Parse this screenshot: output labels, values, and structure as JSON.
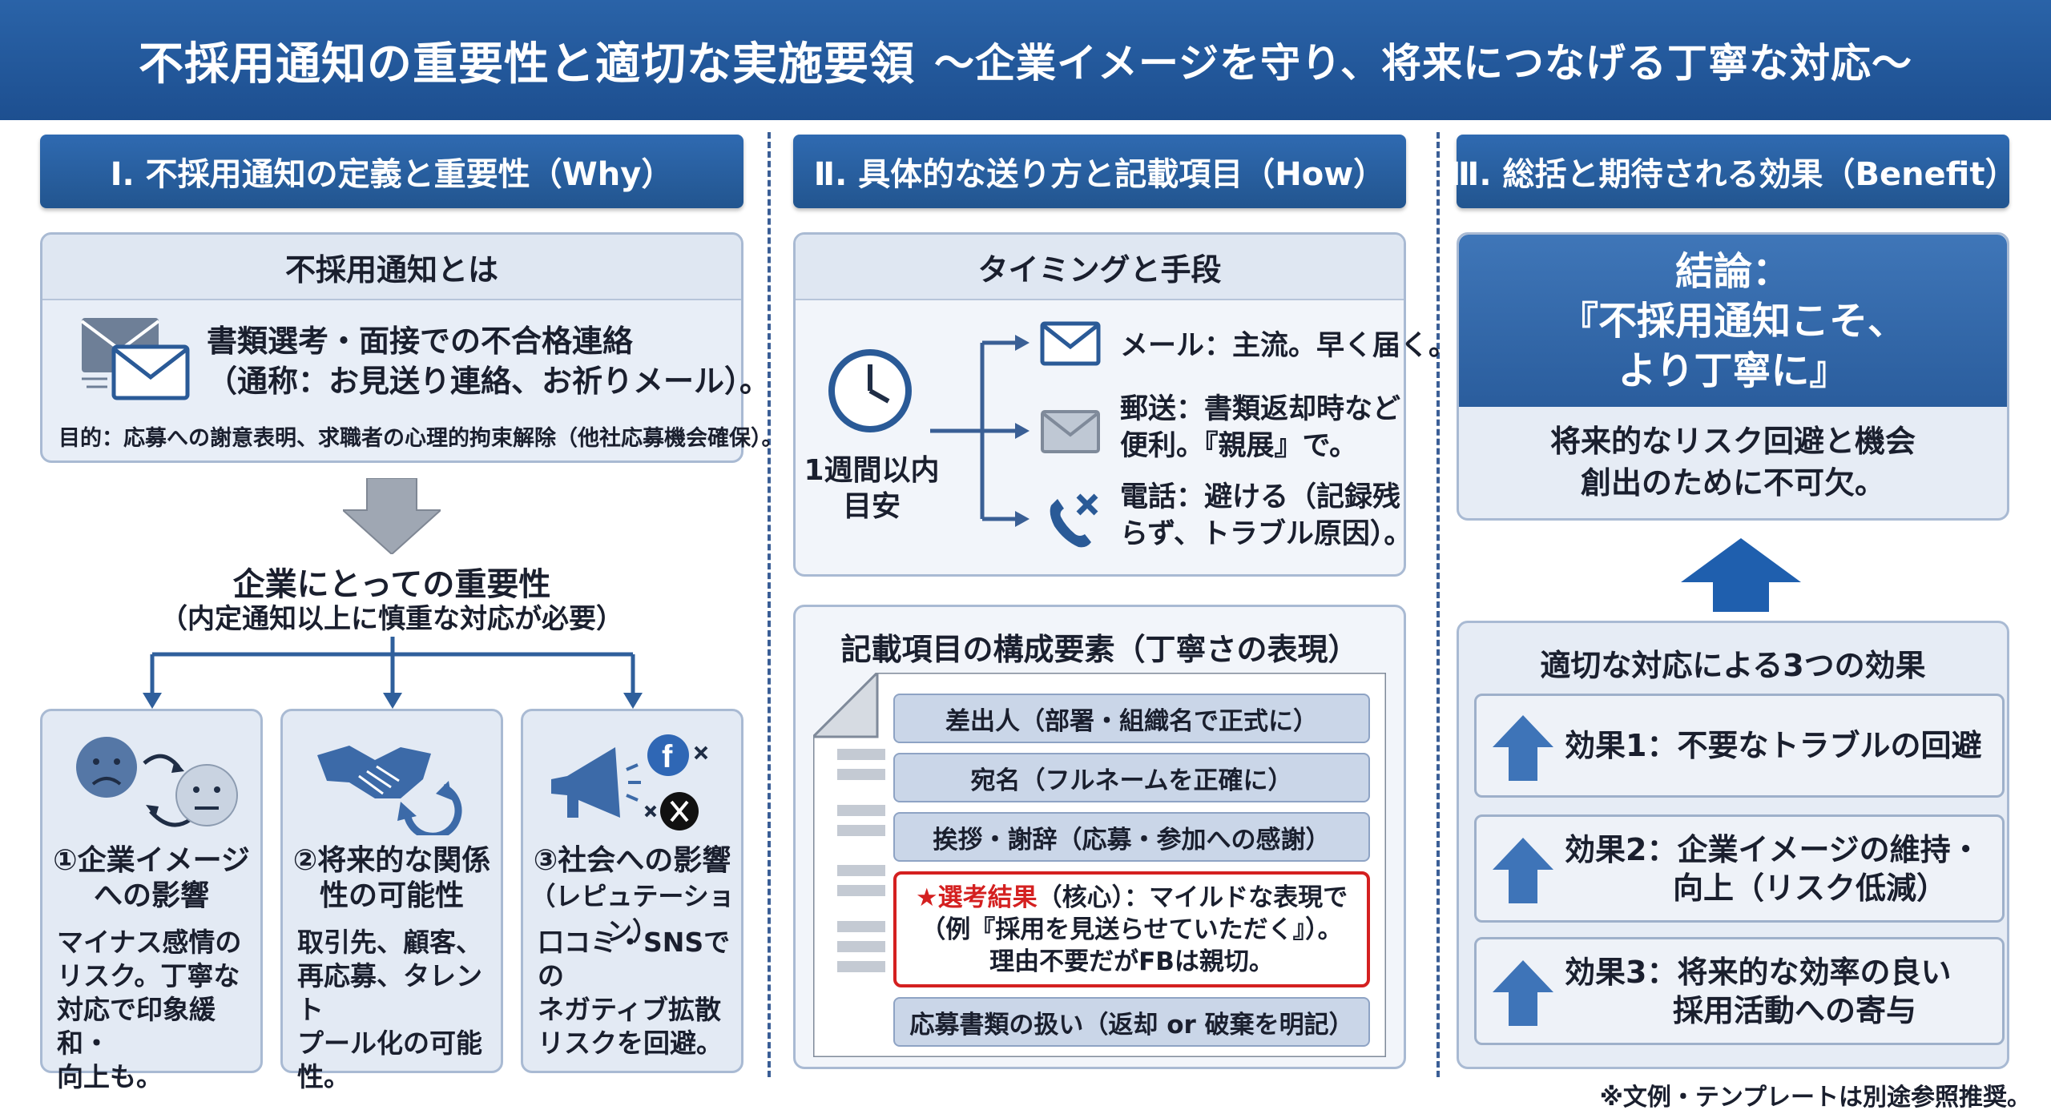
{
  "title": {
    "main": "不採用通知の重要性と適切な実施要領",
    "sub": "～企業イメージを守り、将来につなげる丁寧な対応～"
  },
  "sections": {
    "why": {
      "header": "Ⅰ. 不採用通知の定義と重要性（Why）",
      "definition": {
        "title": "不採用通知とは",
        "line1": "書類選考・面接での不合格連絡",
        "line2": "（通称：お見送り連絡、お祈りメール）。",
        "purpose": "目的：応募への謝意表明、求職者の心理的拘束解除（他社応募機会確保）。"
      },
      "importance": {
        "title": "企業にとっての重要性",
        "subtitle": "（内定通知以上に慎重な対応が必要）"
      },
      "cards": [
        {
          "heading1": "①企業イメージ",
          "heading2": "への影響",
          "body": [
            "マイナス感情の",
            "リスク。丁寧な",
            "対応で印象緩和・",
            "向上も。"
          ]
        },
        {
          "heading1": "②将来的な関係",
          "heading2": "性の可能性",
          "body": [
            "取引先、顧客、",
            "再応募、タレント",
            "プール化の可能",
            "性。"
          ]
        },
        {
          "heading1": "③社会への影響",
          "heading2": "（レピュテーション）",
          "body": [
            "口コミ・SNSでの",
            "ネガティブ拡散",
            "リスクを回避。"
          ]
        }
      ]
    },
    "how": {
      "header": "Ⅱ. 具体的な送り方と記載項目（How）",
      "timing": {
        "title": "タイミングと手段",
        "clock_label1": "1週間以内",
        "clock_label2": "目安",
        "methods": [
          {
            "line1": "メール：主流。早く届く。",
            "line2": ""
          },
          {
            "line1": "郵送：書類返却時など",
            "line2": "便利。『親展』で。"
          },
          {
            "line1": "電話：避ける（記録残",
            "line2": "らず、トラブル原因）。"
          }
        ]
      },
      "components": {
        "title": "記載項目の構成要素（丁寧さの表現）",
        "rows": [
          "差出人（部署・組織名で正式に）",
          "宛名（フルネームを正確に）",
          "挨拶・謝辞（応募・参加への感謝）"
        ],
        "highlight": {
          "star_label": "★選考結果",
          "line1_rest": "（核心）：マイルドな表現で",
          "line2": "（例『採用を見送らせていただく』）。",
          "line3": "理由不要だがFBは親切。"
        },
        "last_row": "応募書類の扱い（返却 or 破棄を明記）"
      }
    },
    "benefit": {
      "header": "Ⅲ. 総括と期待される効果（Benefit）",
      "conclusion": {
        "line1": "結論：",
        "line2": "『不採用通知こそ、",
        "line3": "より丁寧に』",
        "body1": "将来的なリスク回避と機会",
        "body2": "創出のために不可欠。"
      },
      "effects_title": "適切な対応による3つの効果",
      "effects": [
        {
          "line1": "効果1：不要なトラブルの回避",
          "line2": ""
        },
        {
          "line1": "効果2：企業イメージの維持・",
          "line2": "向上（リスク低減）"
        },
        {
          "line1": "効果3：将来的な効率の良い",
          "line2": "採用活動への寄与"
        }
      ]
    }
  },
  "footnote": "※文例・テンプレートは別途参照推奨。",
  "colors": {
    "header_blue": "#1d4f90",
    "panel_bg": "#e8eef7",
    "highlight_red": "#d42020",
    "arrow_blue": "#1f5fae"
  }
}
